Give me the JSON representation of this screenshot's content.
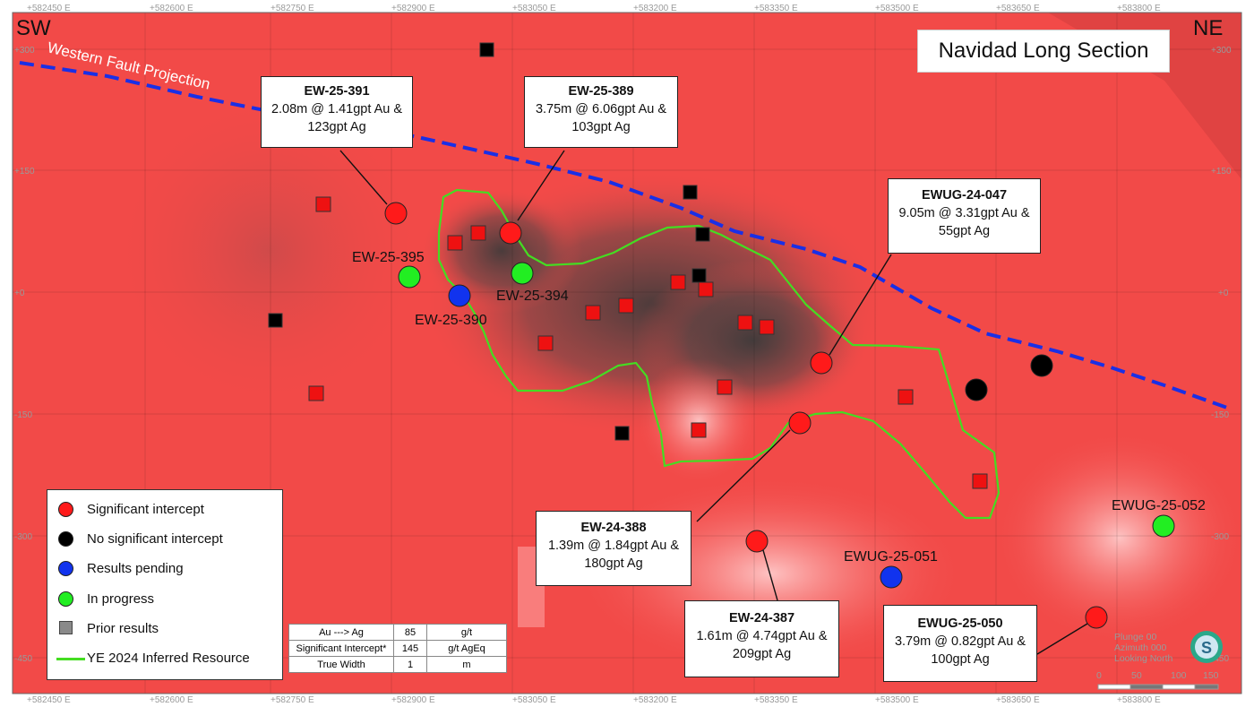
{
  "map": {
    "title": "Navidad Long Section",
    "corner_left": "SW",
    "corner_right": "NE",
    "fault_label": "Western Fault Projection",
    "easting_labels": [
      "+582450 E",
      "+582600 E",
      "+582750 E",
      "+582900 E",
      "+583050 E",
      "+583200 E",
      "+583350 E",
      "+583500 E",
      "+583650 E",
      "+583800 E"
    ],
    "elevation_labels": [
      "+300",
      "+150",
      "+0",
      "-150",
      "-300",
      "-450"
    ],
    "colors": {
      "background": "#f24a48",
      "significant": "#ff1a1a",
      "no_significant": "#000000",
      "pending": "#1133ee",
      "in_progress": "#22ee22",
      "prior": "#e81010",
      "resource_outline": "#44dd22",
      "fault": "#1a2fe6"
    }
  },
  "callouts": [
    {
      "id": "EW-25-391",
      "title": "EW-25-391",
      "line1": "2.08m @ 1.41gpt Au &",
      "line2": "123gpt Ag"
    },
    {
      "id": "EW-25-389",
      "title": "EW-25-389",
      "line1": "3.75m @ 6.06gpt Au &",
      "line2": "103gpt Ag"
    },
    {
      "id": "EWUG-24-047",
      "title": "EWUG-24-047",
      "line1": "9.05m @ 3.31gpt Au &",
      "line2": "55gpt Ag"
    },
    {
      "id": "EW-24-388",
      "title": "EW-24-388",
      "line1": "1.39m @ 1.84gpt Au &",
      "line2": "180gpt Ag"
    },
    {
      "id": "EW-24-387",
      "title": "EW-24-387",
      "line1": "1.61m @ 4.74gpt Au &",
      "line2": "209gpt Ag"
    },
    {
      "id": "EWUG-25-050",
      "title": "EWUG-25-050",
      "line1": "3.79m @ 0.82gpt Au &",
      "line2": "100gpt Ag"
    }
  ],
  "hole_labels": [
    "EW-25-395",
    "EW-25-390",
    "EW-25-394",
    "EWUG-25-051",
    "EWUG-25-052"
  ],
  "legend": {
    "items": [
      {
        "label": "Significant intercept",
        "symbol": "red-dot"
      },
      {
        "label": "No significant intercept",
        "symbol": "black-dot"
      },
      {
        "label": "Results pending",
        "symbol": "blue-dot"
      },
      {
        "label": "In progress",
        "symbol": "green-dot"
      },
      {
        "label": "Prior results",
        "symbol": "grey-square"
      },
      {
        "label": "YE 2024 Inferred Resource",
        "symbol": "green-line"
      }
    ]
  },
  "params_table": [
    [
      "Au ---> Ag",
      "85",
      "g/t"
    ],
    [
      "Significant Intercept*",
      "145",
      "g/t AgEq"
    ],
    [
      "True Width",
      "1",
      "m"
    ]
  ],
  "orientation": {
    "plunge": "Plunge 00",
    "azimuth": "Azimuth 000",
    "looking": "Looking North",
    "scale_labels": [
      "0",
      "50",
      "100",
      "150"
    ]
  }
}
